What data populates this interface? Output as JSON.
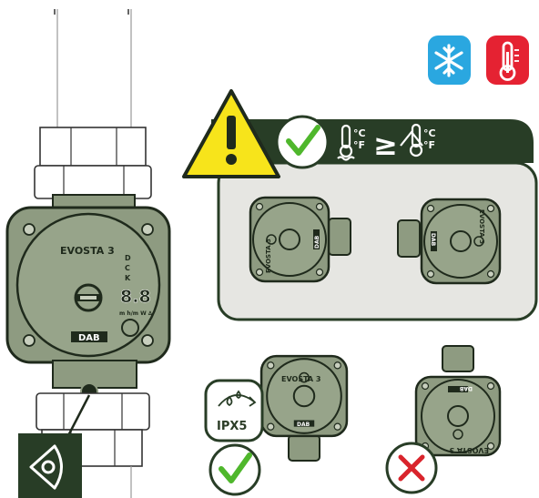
{
  "brand": {
    "model": "EVOSTA 3",
    "logo": "DAB"
  },
  "display": {
    "digits": "8.8",
    "units": "m h/m W ∆"
  },
  "protection": {
    "rating": "IPX5"
  },
  "temperature": {
    "unit_c": "°C",
    "unit_f": "°F",
    "relation": "≥"
  },
  "icons": [
    "snowflake-icon",
    "thermometer-hot-icon",
    "warning-icon",
    "check-icon",
    "cross-icon",
    "eye-icon",
    "water-drops-icon"
  ],
  "colors": {
    "dark_green": "#283d26",
    "pump_body": "#8e9b81",
    "panel_bg": "#e6e6e2",
    "warning_yellow": "#f7e41b",
    "check_green": "#4fb72c",
    "cross_red": "#d9242c",
    "cold_blue": "#2aa7e0",
    "hot_red": "#e52232"
  }
}
